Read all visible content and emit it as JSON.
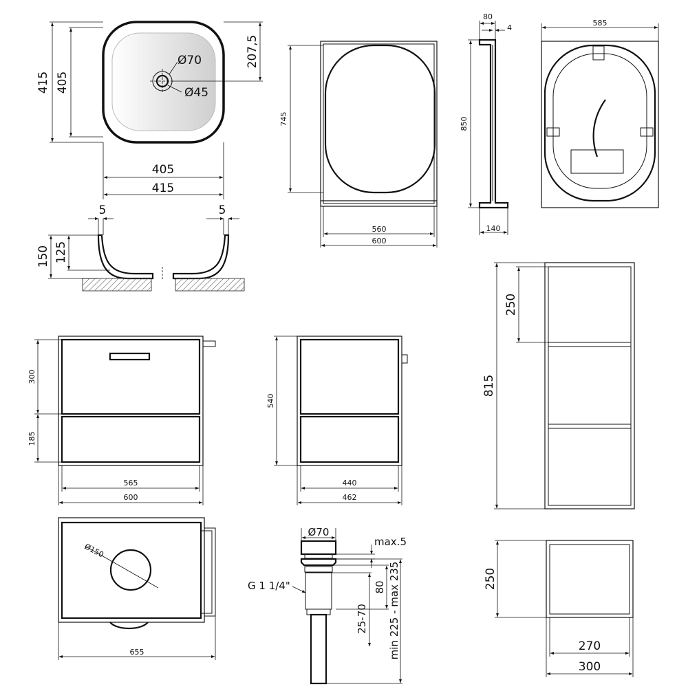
{
  "basin_top": {
    "height_outer": "415",
    "height_inner": "405",
    "drain_offset": "207,5",
    "overflow_d": "Ø70",
    "drain_d": "Ø45",
    "width_inner": "405",
    "width_outer": "415"
  },
  "basin_section": {
    "rim_left": "5",
    "rim_right": "5",
    "height_total": "150",
    "height_inner": "125"
  },
  "mirror_front": {
    "height": "745",
    "width_inner": "560",
    "width_outer": "600"
  },
  "mirror_side": {
    "top_depth": "80",
    "wall_gap": "4",
    "height": "850",
    "base_depth": "140"
  },
  "mirror_back": {
    "width": "585"
  },
  "vanity_front": {
    "drawer_top": "300",
    "drawer_bottom": "185",
    "width_inner": "565",
    "width_outer": "600"
  },
  "vanity_side": {
    "height": "540",
    "depth_inner": "440",
    "depth_outer": "462"
  },
  "vanity_top_view": {
    "hole_d": "Ø150",
    "width": "655"
  },
  "drain_valve": {
    "cap_d": "Ø70",
    "max_gap": "max.5",
    "thread": "G 1 1/4\"",
    "body_len": "80",
    "range": "25-70",
    "total_range": "min 225 - max 235"
  },
  "shelf_tall": {
    "shelf_gap": "250",
    "height": "815"
  },
  "shelf_small": {
    "height": "250",
    "width_inner": "270",
    "width_outer": "300"
  }
}
